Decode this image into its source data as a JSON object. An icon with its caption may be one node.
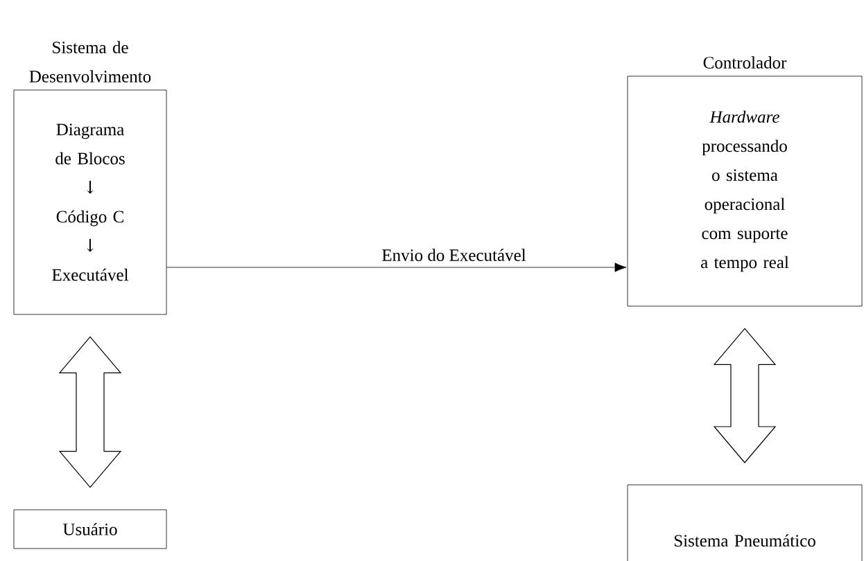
{
  "diagram": {
    "nodes": [
      {
        "text": [
          "Sistema de Desenvolvimento",
          "Diagrama de Blocos",
          "↓",
          "Código C",
          "↓",
          "Executável"
        ]
      },
      {
        "text": [
          "Controlador",
          "*Hardware* processando o sistema operacional com suporte a tempo real"
        ]
      },
      {
        "text": [
          "Usuário"
        ]
      },
      {
        "text": [
          "Sistema Pneumático"
        ]
      }
    ],
    "edges": [
      {
        "from": 0,
        "to": 1,
        "arrow": "to",
        "label": "Envio do Executável"
      },
      {
        "from": 0,
        "to": 2,
        "arrow": "both",
        "style": "thick"
      },
      {
        "from": 1,
        "to": 3,
        "arrow": "both",
        "style": "thick"
      }
    ]
  }
}
